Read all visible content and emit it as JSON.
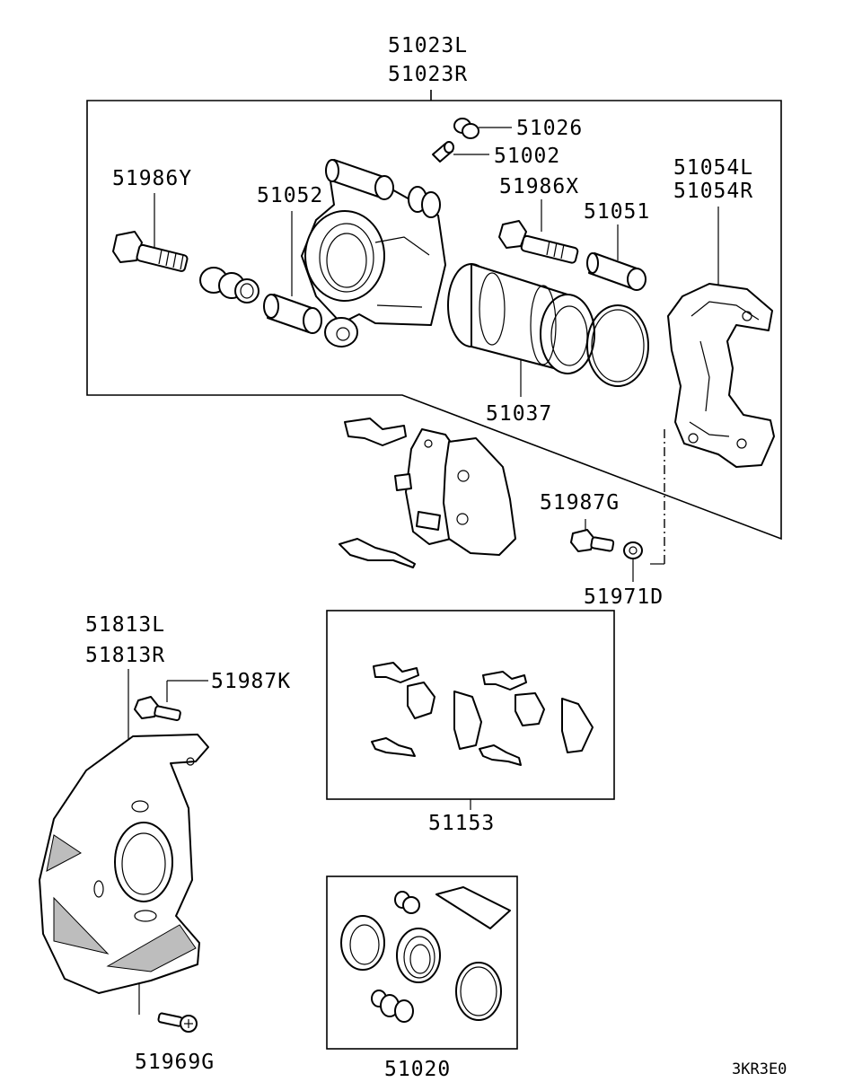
{
  "parts": {
    "caliper_assembly_l": "51023L",
    "caliper_assembly_r": "51023R",
    "bleeder_cap": "51026",
    "bleeder_plug": "51002",
    "bolt_y": "51986Y",
    "bolt_x": "51986X",
    "cylinder_slide_pin": "51052",
    "slide_pin": "51051",
    "mounting_l": "51054L",
    "mounting_r": "51054R",
    "piston": "51037",
    "mounting_bolt": "51987G",
    "washer": "51971D",
    "dust_cover_l": "51813L",
    "dust_cover_r": "51813R",
    "dust_cover_bolt": "51987K",
    "dust_cover_screw": "51969G",
    "pad_kit": "51153",
    "seal_kit": "51020"
  },
  "diagram_code": "3KR3E0"
}
